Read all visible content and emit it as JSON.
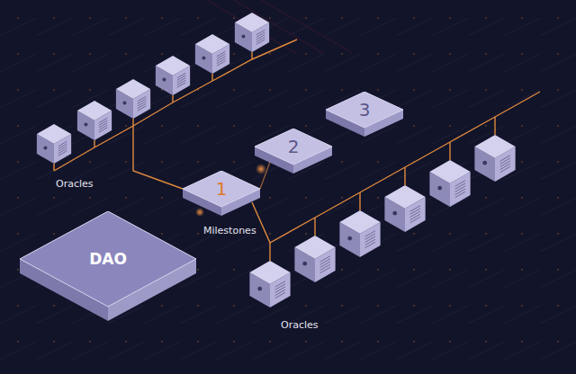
{
  "diagram": {
    "nodes": [
      {
        "text": [
          "3"
        ]
      },
      {
        "text": [
          "2"
        ]
      },
      {
        "text": [
          "1"
        ]
      },
      {
        "text": [
          "DAO"
        ]
      }
    ],
    "labels": [
      "Oracles",
      "Milestones",
      "Oracles"
    ]
  }
}
